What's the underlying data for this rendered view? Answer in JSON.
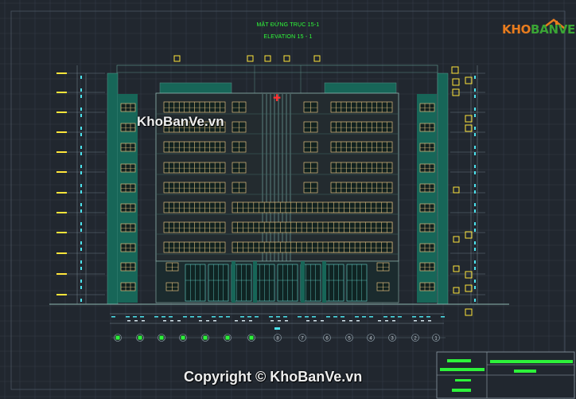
{
  "drawing": {
    "title_line1": "MẶT ĐỨNG TRỤC 15-1",
    "title_line2": "ELEVATION 15 - 1",
    "grid_axis_labels": [
      "",
      "",
      "",
      "",
      "",
      "",
      "",
      "8",
      "7",
      "6",
      "5",
      "4",
      "3",
      "2",
      "1"
    ]
  },
  "watermarks": {
    "center": "KhoBanVe.vn",
    "copyright": "Copyright © KhoBanVe.vn"
  },
  "logo": {
    "part1": "KHO",
    "part2": "BANVE",
    "color1": "#e87c1e",
    "color2": "#3aa535"
  },
  "colors": {
    "background": "#21272f",
    "title": "#30ff3a",
    "facade_dark": "#176658",
    "window_frame": "#e0c080",
    "cyan": "#4de4ee",
    "yellow": "#ffe53a",
    "green": "#2df23a"
  }
}
